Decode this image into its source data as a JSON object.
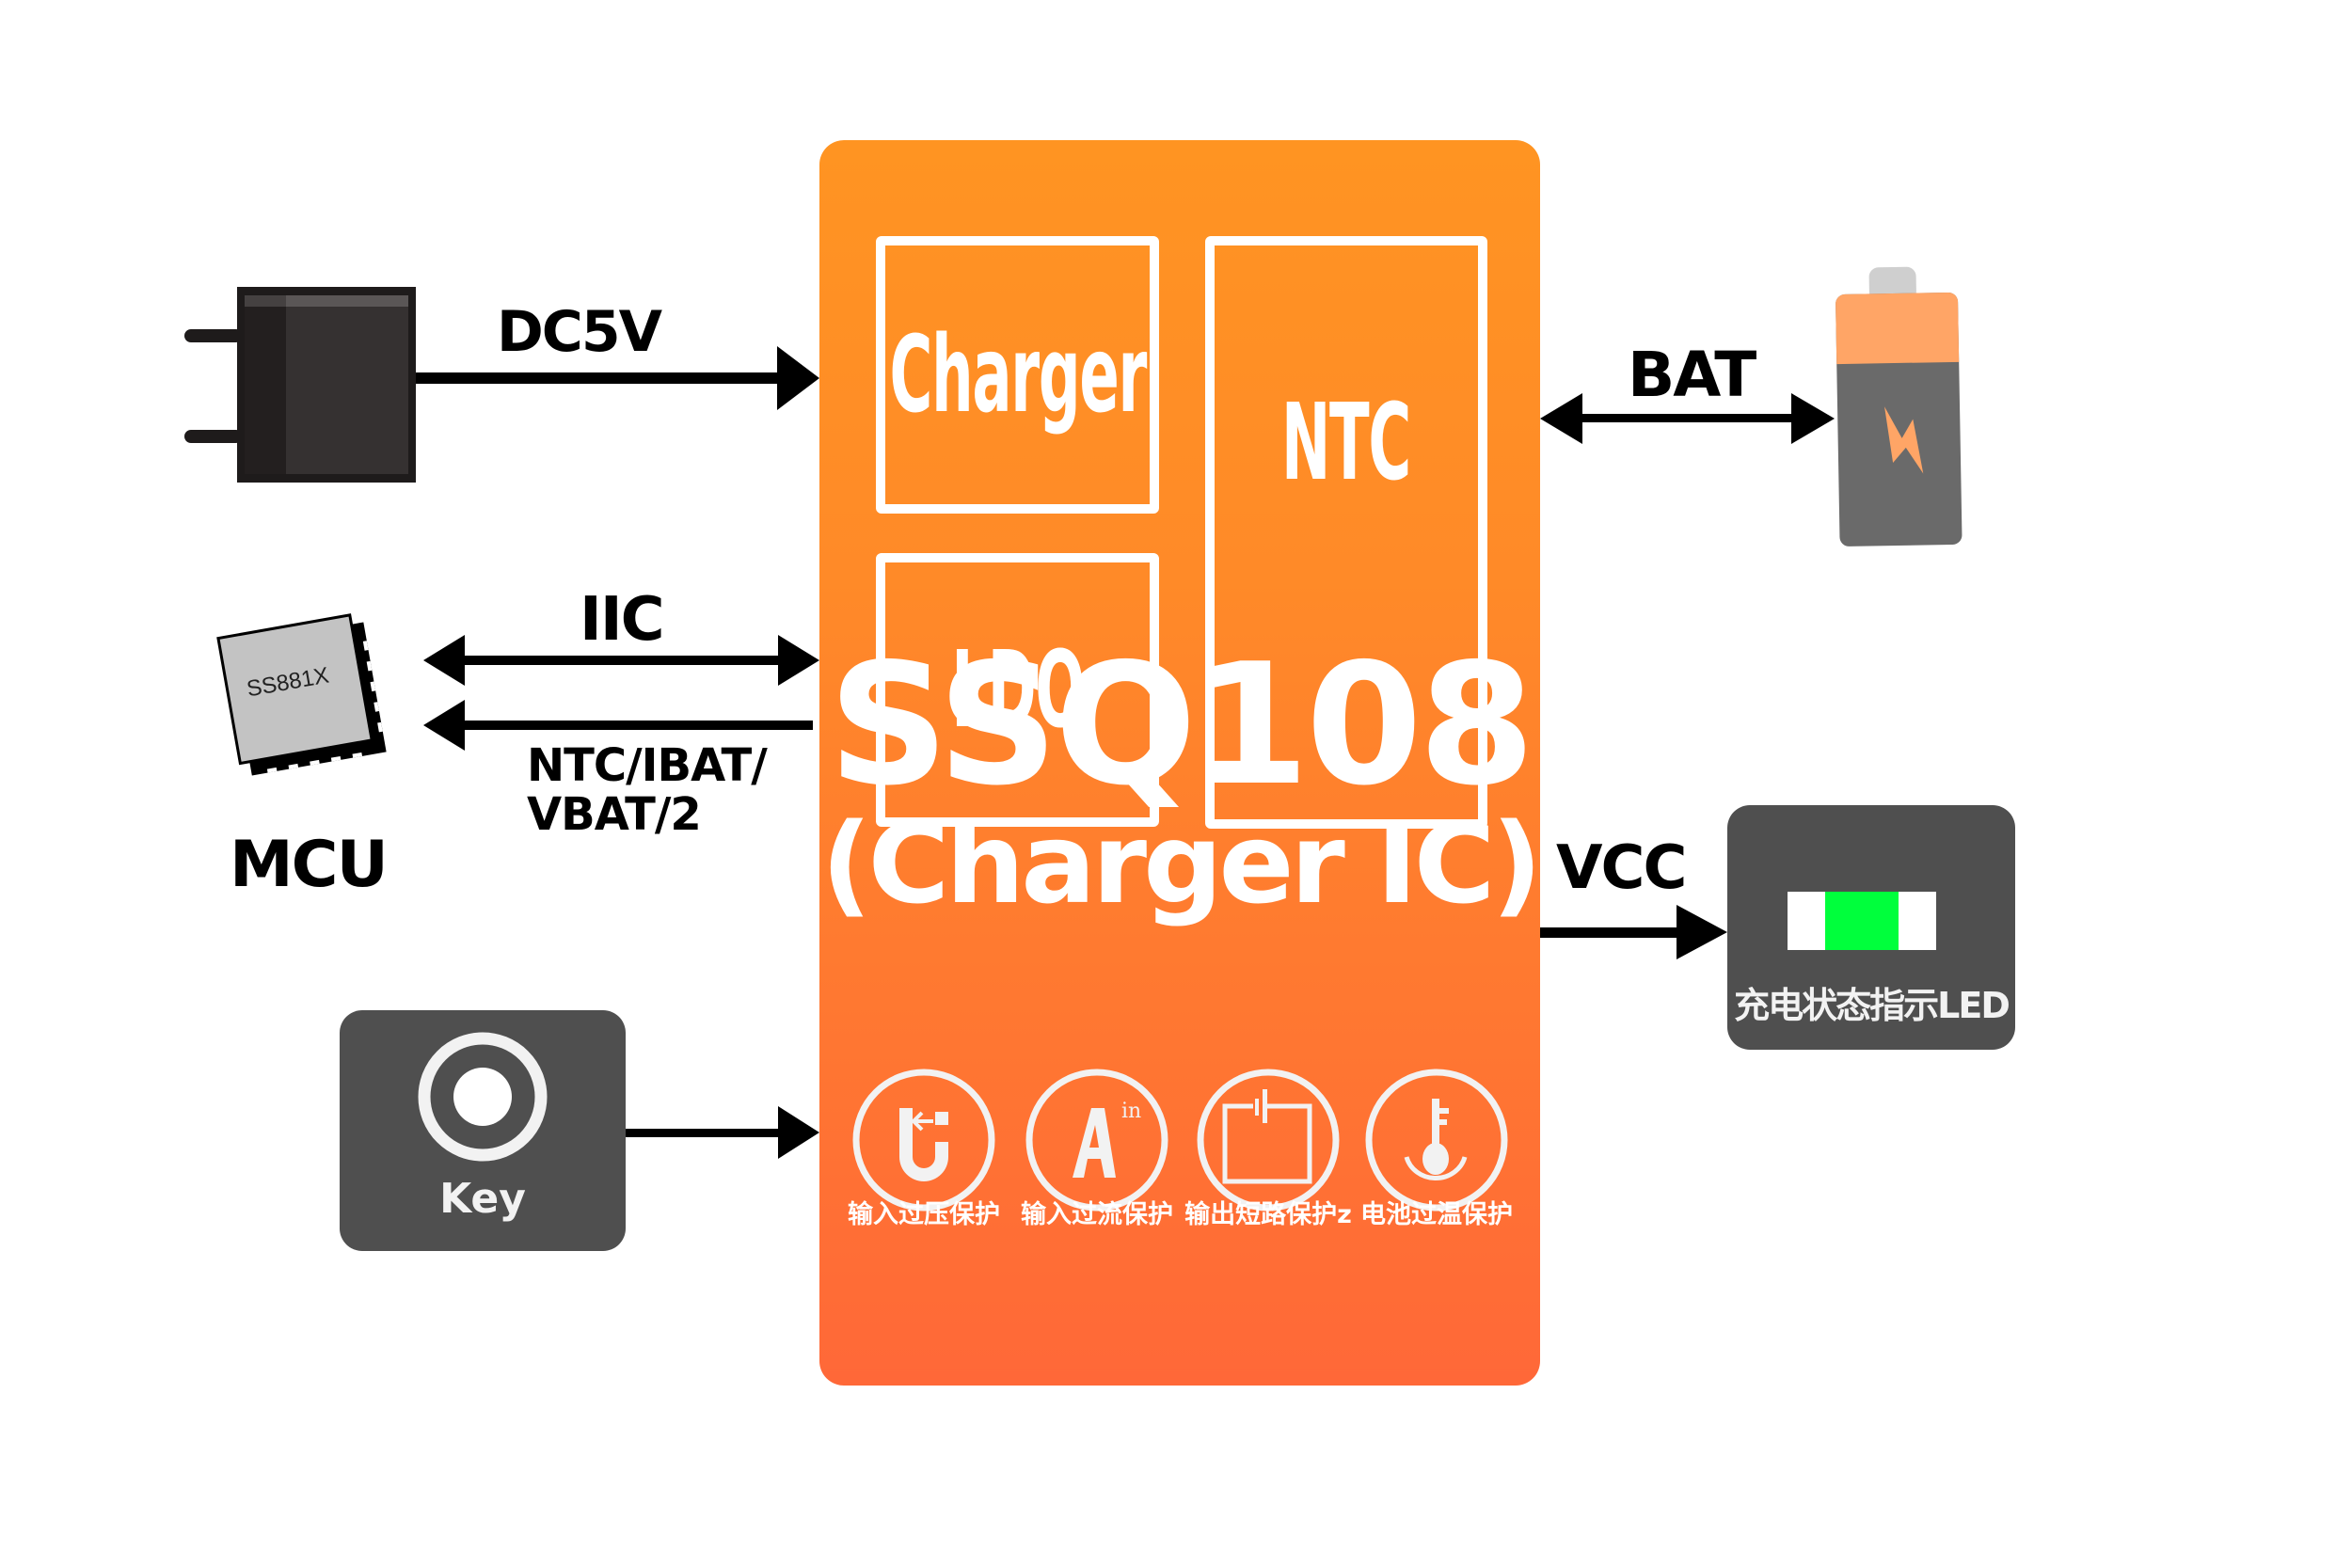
{
  "diagram": {
    "ic": {
      "part_number": "SSQ108",
      "subtitle": "(Charger IC)",
      "blocks": [
        {
          "label": "Charger"
        },
        {
          "label": "LDO"
        },
        {
          "label": "NTC"
        }
      ],
      "protections": [
        {
          "icon": "overvoltage-icon",
          "label": "输入过压保护"
        },
        {
          "icon": "overcurrent-icon",
          "label": "输入过流保护"
        },
        {
          "icon": "short-circuit-icon",
          "label": "输出短路保护z"
        },
        {
          "icon": "over-temperature-icon",
          "label": "电池过温保护"
        }
      ],
      "current_icon_superscript": "in",
      "gradient": {
        "top": "#ff9422",
        "bottom": "#ff6838"
      }
    },
    "left": {
      "power_adapter": {
        "icon": "power-plug-icon",
        "connection_label": "DC5V"
      },
      "mcu": {
        "chip_marking": "SS881X",
        "label": "MCU",
        "bus_label": "IIC",
        "signal_label_line1": "NTC/IBAT/",
        "signal_label_line2": "VBAT/2"
      },
      "key": {
        "icon": "push-button-icon",
        "label": "Key"
      }
    },
    "right": {
      "battery": {
        "icon": "battery-icon",
        "connection_label": "BAT"
      },
      "led": {
        "icon": "led-icon",
        "connection_label": "VCC",
        "label": "充电状态指示LED",
        "led_color": "#00ff3c"
      }
    },
    "colors": {
      "dark_box": "#4f4f4f",
      "battery_accent": "#ffa566",
      "battery_body": "#6a6a6a",
      "chip_face": "#c3c3c3"
    }
  }
}
